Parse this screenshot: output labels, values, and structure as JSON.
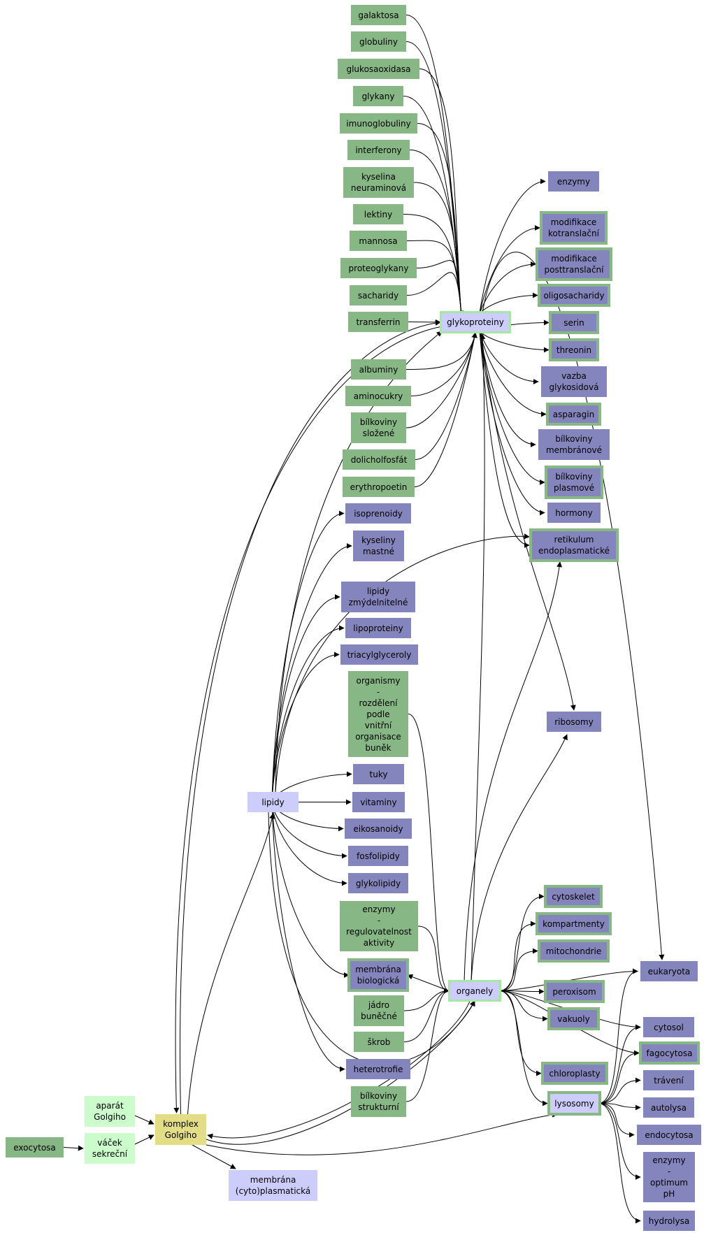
{
  "colors": {
    "green_node": "#86b784",
    "purple_node": "#8585bd",
    "lavender_node": "#cdcdfc",
    "light_green_node": "#ccfccc",
    "yellow_node": "#e3dd88",
    "edge": "#000000"
  },
  "nodes": {
    "galaktosa": "galaktosa",
    "globuliny": "globuliny",
    "glukosaoxidasa": "glukosaoxidasa",
    "glykany": "glykany",
    "imunoglobuliny": "imunoglobuliny",
    "interferony": "interferony",
    "kyselina_neuraminova": "kyselina\nneuraminová",
    "lektiny": "lektiny",
    "mannosa": "mannosa",
    "proteoglykany": "proteoglykany",
    "sacharidy": "sacharidy",
    "transferrin": "transferrin",
    "albuminy": "albuminy",
    "aminocukry": "aminocukry",
    "bilkoviny_slozene": "bílkoviny\nsložené",
    "dolicholfosfat": "dolicholfosfát",
    "erythropoetin": "erythropoetin",
    "glykoproteiny": "glykoproteiny",
    "enzymy": "enzymy",
    "modifikace_kotranslacni": "modifikace\nkotranslační",
    "modifikace_posttranslacni": "modifikace\nposttranslační",
    "oligosacharidy": "oligosacharidy",
    "serin": "serin",
    "threonin": "threonin",
    "vazba_glykosidova": "vazba\nglykosidová",
    "asparagin": "asparagin",
    "bilkoviny_membranove": "bílkoviny\nmembránové",
    "bilkoviny_plasmove": "bílkoviny\nplasmové",
    "hormony": "hormony",
    "retikulum_endoplasmaticke": "retikulum\nendoplasmatické",
    "ribosomy": "ribosomy",
    "isoprenoidy": "isoprenoidy",
    "kyseliny_mastne": "kyseliny\nmastné",
    "lipidy_zmydelnitelne": "lipidy\nzmýdelnitelné",
    "lipoproteiny": "lipoproteiny",
    "triacylglyceroly": "triacylglyceroly",
    "organismy": "organismy\n-\nrozdělení\npodle\nvnitřní\norganisace\nbuněk",
    "lipidy": "lipidy",
    "tuky": "tuky",
    "vitaminy": "vitaminy",
    "eikosanoidy": "eikosanoidy",
    "fosfolipidy": "fosfolipidy",
    "glykolipidy": "glykolipidy",
    "enzymy_regulovatelnost": "enzymy\n-\nregulovatelnost\naktivity",
    "membrana_biologicka": "membrána\nbiologická",
    "jadro_bunecne": "jádro\nbuněčné",
    "skrob": "škrob",
    "heterotrofie": "heterotrofie",
    "bilkoviny_strukturni": "bílkoviny\nstrukturní",
    "organely": "organely",
    "cytoskelet": "cytoskelet",
    "kompartmenty": "kompartmenty",
    "mitochondrie": "mitochondrie",
    "peroxisom": "peroxisom",
    "vakuoly": "vakuoly",
    "chloroplasty": "chloroplasty",
    "lysosomy": "lysosomy",
    "eukaryota": "eukaryota",
    "cytosol": "cytosol",
    "fagocytosa": "fagocytosa",
    "traveni": "trávení",
    "autolysa": "autolysa",
    "endocytosa": "endocytosa",
    "enzymy_optimum_ph": "enzymy\n-\noptimum\npH",
    "hydrolysa": "hydrolysa",
    "exocytosa": "exocytosa",
    "aparat_golgiho": "aparát\nGolgiho",
    "vacek_sekrecni": "váček\nsekreční",
    "komplex_golgiho": "komplex\nGolgiho",
    "membrana_cytoplasmaticka": "membrána\n(cyto)plasmatická"
  }
}
